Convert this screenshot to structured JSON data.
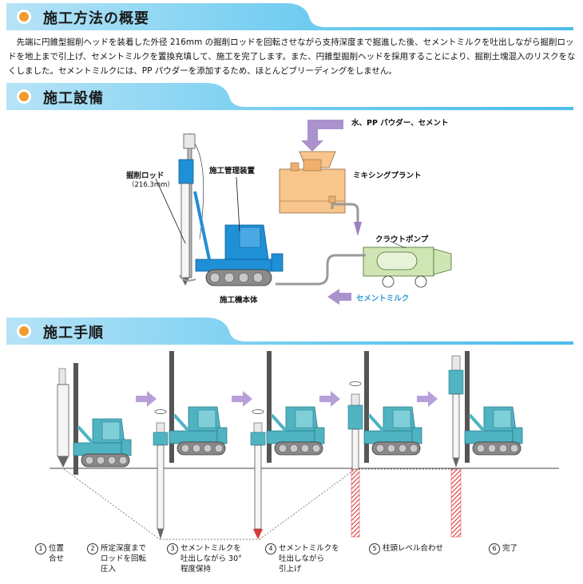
{
  "sections": {
    "overview_title": "施工方法の概要",
    "equipment_title": "施工設備",
    "procedure_title": "施工手順"
  },
  "intro_text": "先端に円錐型掘削ヘッドを装着した外径 216mm の掘削ロッドを回転させながら支持深度まで掘進した後、セメントミルクを吐出しながら掘削ロッドを地上まで引上げ、セメントミルクを置換充填して、施工を完了します。また、円錐型掘削ヘッドを採用することにより、掘削土塊混入のリスクをなくしました。セメントミルクには、PP パウダーを添加するため、ほとんどブリーディングをしません。",
  "equipment": {
    "rod_label": "掘削ロッド",
    "rod_size": "（216.3mm）",
    "management_label": "施工管理装置",
    "machine_label": "施工機本体",
    "materials_label": "水、PP パウダー、セメント",
    "plant_label": "ミキシングプラント",
    "pump_label": "クラウトポンプ",
    "milk_label": "セメントミルク"
  },
  "steps": [
    {
      "num": "1",
      "text": "位置\n合せ"
    },
    {
      "num": "2",
      "text": "所定深度まで\nロッドを回転\n圧入"
    },
    {
      "num": "3",
      "text": "セメントミルクを\n吐出しながら 30°\n程度保持"
    },
    {
      "num": "4",
      "text": "セメントミルクを\n吐出しながら\n引上げ"
    },
    {
      "num": "5",
      "text": "柱頭レベル合わせ"
    },
    {
      "num": "6",
      "text": "完了"
    }
  ],
  "colors": {
    "header_band": "#5bc4ee",
    "orange_dot": "#f39a2d",
    "machine_blue": "#1f8fd6",
    "machine_cyan": "#4fb3c2",
    "plant_orange": "#f8c58c",
    "pump_green": "#cfe6b4",
    "arrow_purple": "#9b7fc4",
    "cement_red": "#d9383a"
  }
}
